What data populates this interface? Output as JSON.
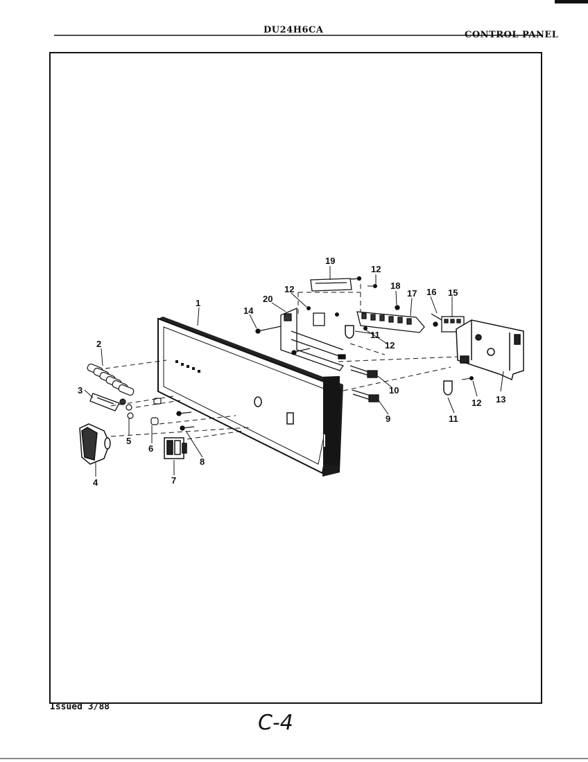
{
  "header": {
    "model": "DU24H6CA",
    "section": "CONTROL PANEL"
  },
  "footer": {
    "issued": "Issued 3/88",
    "page_code": "C-4"
  },
  "callouts": [
    "1",
    "2",
    "3",
    "4",
    "5",
    "6",
    "7",
    "8",
    "9",
    "10",
    "11",
    "11",
    "12",
    "12",
    "12",
    "12",
    "13",
    "14",
    "15",
    "16",
    "17",
    "18",
    "19",
    "20"
  ]
}
